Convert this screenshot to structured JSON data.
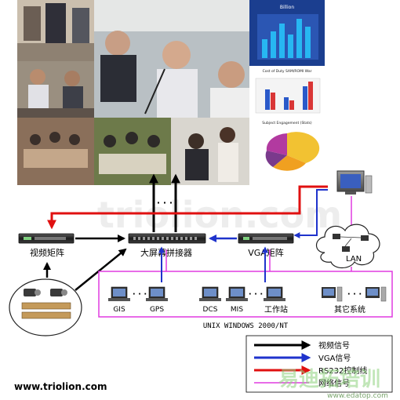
{
  "nodes": {
    "video_matrix": "视频矩阵",
    "splicer": "大屏幕拼接器",
    "vga_matrix": "VGA矩阵",
    "lan": "LAN",
    "gis": "GIS",
    "gps": "GPS",
    "dcs": "DCS",
    "mis": "MIS",
    "workstation": "工作站",
    "other_systems": "其它系统",
    "os_caption": "UNIX WINDOWS 2000/NT",
    "ellipsis": "· · ·"
  },
  "legend": {
    "items": [
      {
        "label": "视频信号",
        "color": "#000000"
      },
      {
        "label": "VGA信号",
        "color": "#1f33cc"
      },
      {
        "label": "RS232控制线",
        "color": "#e01010"
      },
      {
        "label": "网络信号",
        "color": "#e03be0"
      }
    ]
  },
  "screen": {
    "slide_title": "Billion",
    "slide_chart_title": "Cost of Duty SAM/ROMI War",
    "slide_subtitle": "Subject Engagement (Stats)"
  },
  "website": "www.triolion.com",
  "watermark": "triolion.com",
  "brand_cn": "易迪拓培训",
  "brand_url": "www.edatop.com"
}
